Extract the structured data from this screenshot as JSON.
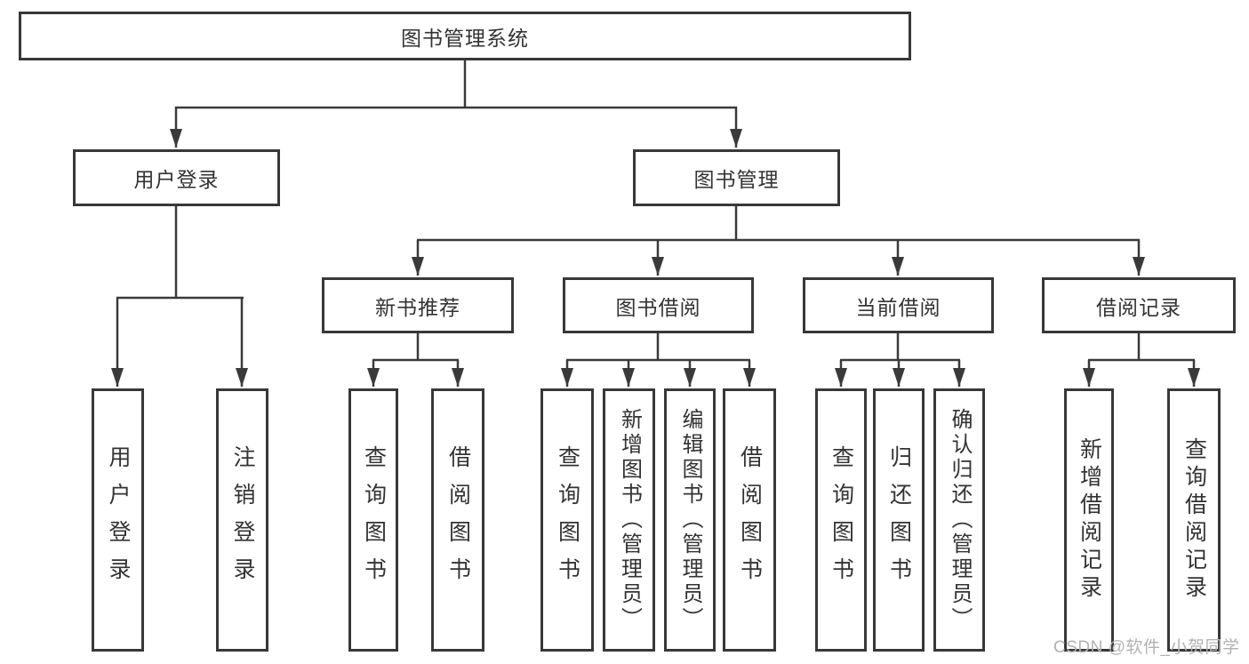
{
  "tree": {
    "label": "图书管理系统",
    "children": [
      {
        "label": "用户登录",
        "children": [
          {
            "label": "用户登录"
          },
          {
            "label": "注销登录"
          }
        ]
      },
      {
        "label": "图书管理",
        "children": [
          {
            "label": "新书推荐",
            "children": [
              {
                "label": "查询图书"
              },
              {
                "label": "借阅图书"
              }
            ]
          },
          {
            "label": "图书借阅",
            "children": [
              {
                "label": "查询图书"
              },
              {
                "label": "新增图书（管理员）"
              },
              {
                "label": "编辑图书（管理员）"
              },
              {
                "label": "借阅图书"
              }
            ]
          },
          {
            "label": "当前借阅",
            "children": [
              {
                "label": "查询图书"
              },
              {
                "label": "归还图书"
              },
              {
                "label": "确认归还（管理员）"
              }
            ]
          },
          {
            "label": "借阅记录",
            "children": [
              {
                "label": "新增借阅记录"
              },
              {
                "label": "查询借阅记录"
              }
            ]
          }
        ]
      }
    ]
  },
  "watermark": {
    "text": "CSDN @软件_小贺同学"
  },
  "colors": {
    "line": "#3a3a3a",
    "box_border": "#383838",
    "text": "#333333",
    "watermark": "#b2b2b2",
    "background": "#ffffff"
  }
}
